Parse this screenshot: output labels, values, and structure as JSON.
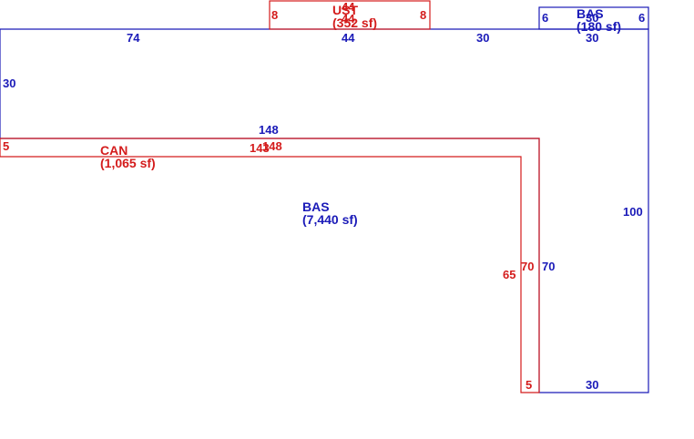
{
  "colors": {
    "basement": "#1a1ab8",
    "attachment": "#d41c1c"
  },
  "areas": {
    "bas_main": {
      "code": "BAS",
      "size": "(7,440 sf)"
    },
    "bas_small": {
      "code": "BAS",
      "size": "(180 sf)"
    },
    "can": {
      "code": "CAN",
      "size": "(1,065 sf)"
    },
    "ust": {
      "code": "UST",
      "size": "(352 sf)"
    }
  },
  "dimensions": {
    "top_74": "74",
    "top_44": "44",
    "top_30": "30",
    "top_30b": "30",
    "left_30": "30",
    "mid_148": "148",
    "right_100": "100",
    "right_70": "70",
    "bottom_30": "30",
    "small_6a": "6",
    "small_6b": "6",
    "small_30": "30",
    "can_5a": "5",
    "can_148": "148",
    "can_143": "143",
    "can_70": "70",
    "can_65": "65",
    "can_5b": "5",
    "ust_8a": "8",
    "ust_8b": "8",
    "ust_44a": "44",
    "ust_44b": "44"
  }
}
